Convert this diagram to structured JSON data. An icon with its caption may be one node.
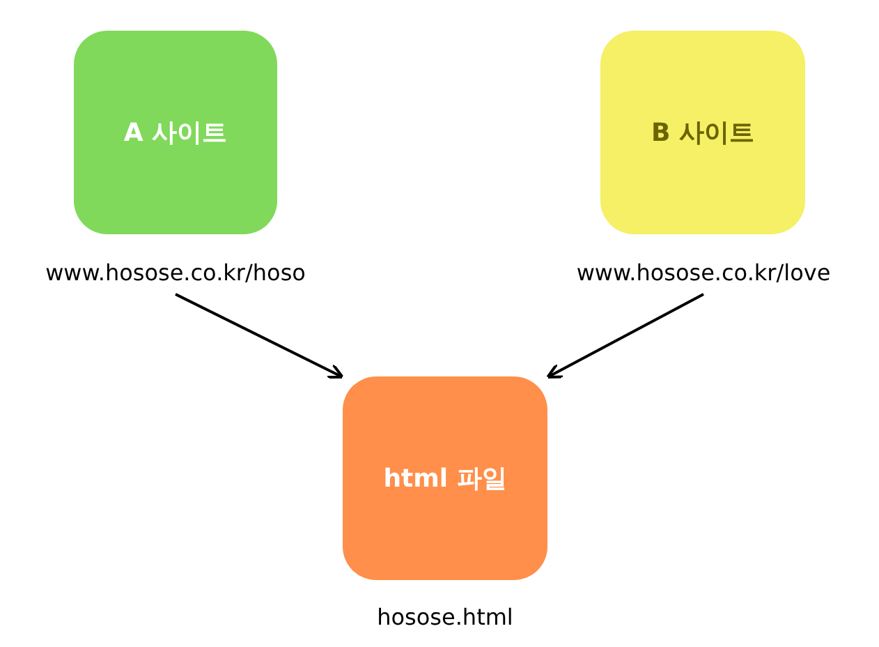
{
  "diagram": {
    "nodes": [
      {
        "text": [
          "A 사이트"
        ]
      },
      {
        "text": [
          "www.hosose.co.kr/hoso"
        ]
      },
      {
        "text": [
          "B 사이트"
        ]
      },
      {
        "text": [
          "www.hosose.co.kr/love"
        ]
      },
      {
        "text": [
          "html 파일"
        ],
        "beside": [
          "hosose.html"
        ]
      }
    ],
    "edges": [
      {
        "from": 1,
        "to": 4,
        "arrow": "to"
      },
      {
        "from": 3,
        "to": 4,
        "arrow": "to"
      }
    ]
  }
}
